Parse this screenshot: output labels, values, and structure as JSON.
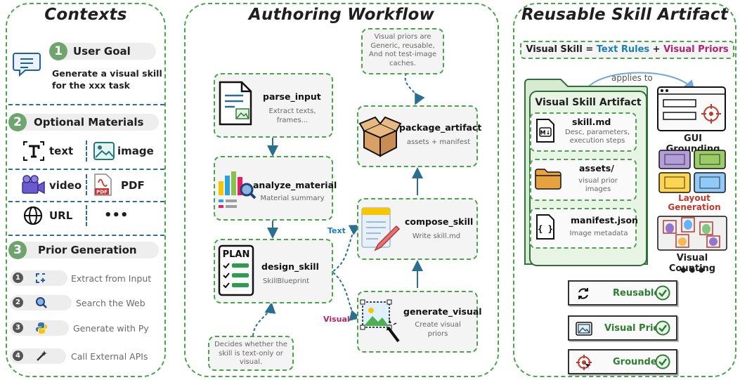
{
  "contexts": {
    "title": "Contexts",
    "user_goal": {
      "number": "1",
      "label": "User Goal",
      "text": "Generate a visual skill for the xxx task"
    },
    "optional_materials": {
      "number": "2",
      "label": "Optional Materials",
      "items": [
        {
          "icon": "text-icon",
          "label": "text"
        },
        {
          "icon": "image-icon",
          "label": "image"
        },
        {
          "icon": "video-icon",
          "label": "video"
        },
        {
          "icon": "pdf-icon",
          "label": "PDF"
        },
        {
          "icon": "globe-icon",
          "label": "URL"
        },
        {
          "icon": "ellipsis-icon",
          "label": "•••"
        }
      ]
    },
    "prior_generation": {
      "number": "3",
      "label": "Prior Generation",
      "steps": [
        {
          "number": "1",
          "icon": "crop-add-icon",
          "label": "Extract from Input"
        },
        {
          "number": "2",
          "icon": "search-icon",
          "label": "Search the Web"
        },
        {
          "number": "3",
          "icon": "python-icon",
          "label": "Generate with Py"
        },
        {
          "number": "4",
          "icon": "magic-wand-icon",
          "label": "Call External APIs"
        }
      ]
    }
  },
  "workflow": {
    "title": "Authoring Workflow",
    "nodes": {
      "parse_input": {
        "title": "parse_input",
        "subtitle": "Extract texts, frames..."
      },
      "analyze_material": {
        "title": "analyze_material",
        "subtitle": "Material summary"
      },
      "design_skill": {
        "title": "design_skill",
        "subtitle": "SkillBlueprint",
        "icon_text": "PLAN"
      },
      "package_artifact": {
        "title": "package_artifact",
        "subtitle": "assets + manifest"
      },
      "compose_skill": {
        "title": "compose_skill",
        "subtitle": "Write skill.md"
      },
      "generate_visual": {
        "title": "generate_visual",
        "subtitle": "Create visual priors"
      }
    },
    "edge_labels": {
      "text": "Text",
      "visual": "Visual"
    },
    "notes": {
      "top": "Visual priors are Generic, reusable, And not test-image caches.",
      "bottom": "Decides whether the skill is text-only or visual."
    }
  },
  "artifact": {
    "title": "Reusable Skill Artifact",
    "formula": {
      "lhs": "Visual Skill =",
      "text_rules": "Text Rules",
      "plus": "+",
      "visual_priors": "Visual Priors"
    },
    "applies_to": "applies to",
    "folder_title": "Visual Skill Artifact",
    "files": [
      {
        "name": "skill.md",
        "desc": "Desc, parameters, execution steps"
      },
      {
        "name": "assets/",
        "desc": "visual prior images"
      },
      {
        "name": "manifest.json",
        "desc": "Image metadata"
      }
    ],
    "tasks": {
      "gui": "GUI Grounding",
      "layout": "Layout Generation",
      "counting": "Visual Counting",
      "more": "•••"
    },
    "properties": [
      "Reusable",
      "Visual Prior",
      "Grounded"
    ],
    "colors": {
      "text_rules": "#1b7fb0",
      "visual_priors": "#b0246e",
      "green": "#4aa44a",
      "layout": "#c0392b",
      "blue_arrow": "#2a6f8f"
    }
  }
}
